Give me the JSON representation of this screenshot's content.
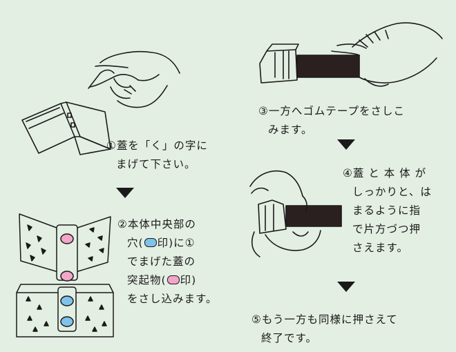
{
  "steps": [
    {
      "num": "①",
      "lines": [
        "蓋を「く」の字に",
        "まげて下さい。"
      ]
    },
    {
      "num": "②",
      "lines": [
        "本体中央部の",
        "穴(",
        "印)に①",
        "でまげた蓋の",
        "突起物(",
        "印)",
        "をさし込みます。"
      ]
    },
    {
      "num": "③",
      "lines": [
        "一方へゴムテープをさしこ",
        "みます。"
      ]
    },
    {
      "num": "④",
      "lines": [
        "蓋 と 本 体 が",
        "しっかりと、は",
        "まるように指",
        "で片方づつ押",
        "さえます。"
      ]
    },
    {
      "num": "⑤",
      "lines": [
        "もう一方も同様に押さえて",
        "終了です。"
      ]
    }
  ],
  "colors": {
    "background": "#e3efe3",
    "blue_mark": "#7fc3ea",
    "pink_mark": "#f2a6c8",
    "ink": "#1a1a1a",
    "tape": "#2b2020"
  },
  "icons": [
    "hand-bending-lid-illustration",
    "lid-insert-illustration",
    "rubber-tape-illustration",
    "press-lid-illustration"
  ]
}
